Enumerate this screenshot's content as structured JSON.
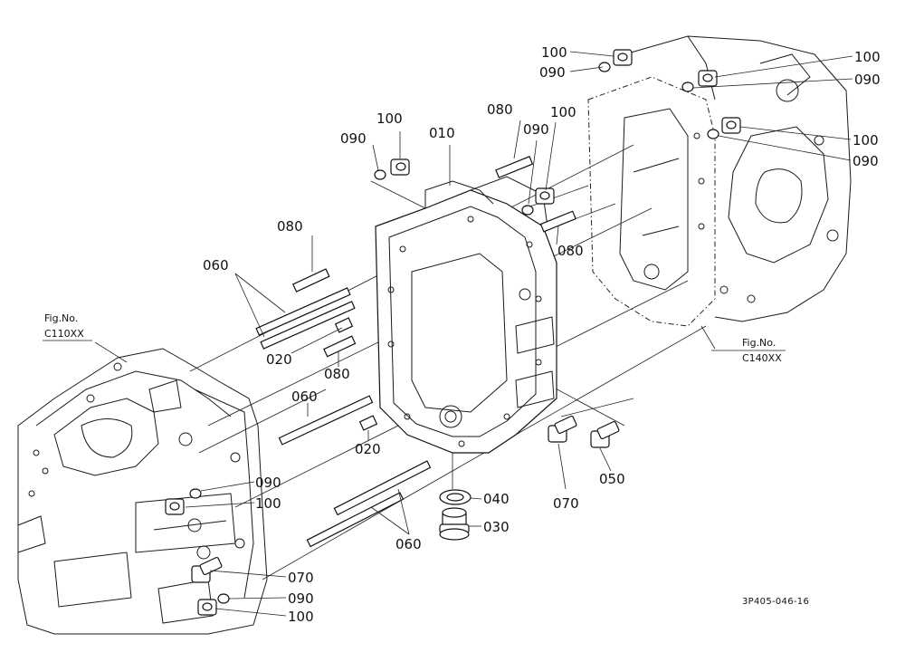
{
  "labels": [
    {
      "id": "100-a",
      "text": "100"
    },
    {
      "id": "090-a",
      "text": "090"
    },
    {
      "id": "100-b",
      "text": "100"
    },
    {
      "id": "090-b",
      "text": "090"
    },
    {
      "id": "100-c",
      "text": "100"
    },
    {
      "id": "090-c",
      "text": "090"
    },
    {
      "id": "100-d",
      "text": "100"
    },
    {
      "id": "090-d",
      "text": "090"
    },
    {
      "id": "010",
      "text": "010"
    },
    {
      "id": "080-a",
      "text": "080"
    },
    {
      "id": "090-e",
      "text": "090"
    },
    {
      "id": "100-e",
      "text": "100"
    },
    {
      "id": "080-b",
      "text": "080"
    },
    {
      "id": "080-c",
      "text": "080"
    },
    {
      "id": "060-a",
      "text": "060"
    },
    {
      "id": "020-a",
      "text": "020"
    },
    {
      "id": "080-d",
      "text": "080"
    },
    {
      "id": "060-b",
      "text": "060"
    },
    {
      "id": "020-b",
      "text": "020"
    },
    {
      "id": "090-f",
      "text": "090"
    },
    {
      "id": "100-f",
      "text": "100"
    },
    {
      "id": "040",
      "text": "040"
    },
    {
      "id": "030",
      "text": "030"
    },
    {
      "id": "070-a",
      "text": "070"
    },
    {
      "id": "050",
      "text": "050"
    },
    {
      "id": "060-c",
      "text": "060"
    },
    {
      "id": "070-b",
      "text": "070"
    },
    {
      "id": "090-g",
      "text": "090"
    },
    {
      "id": "100-g",
      "text": "100"
    }
  ],
  "references": {
    "left": {
      "line1": "Fig.No.",
      "line2": "C110XX"
    },
    "right": {
      "line1": "Fig.No.",
      "line2": "C140XX"
    }
  },
  "drawing_code": "3P405-046-16"
}
